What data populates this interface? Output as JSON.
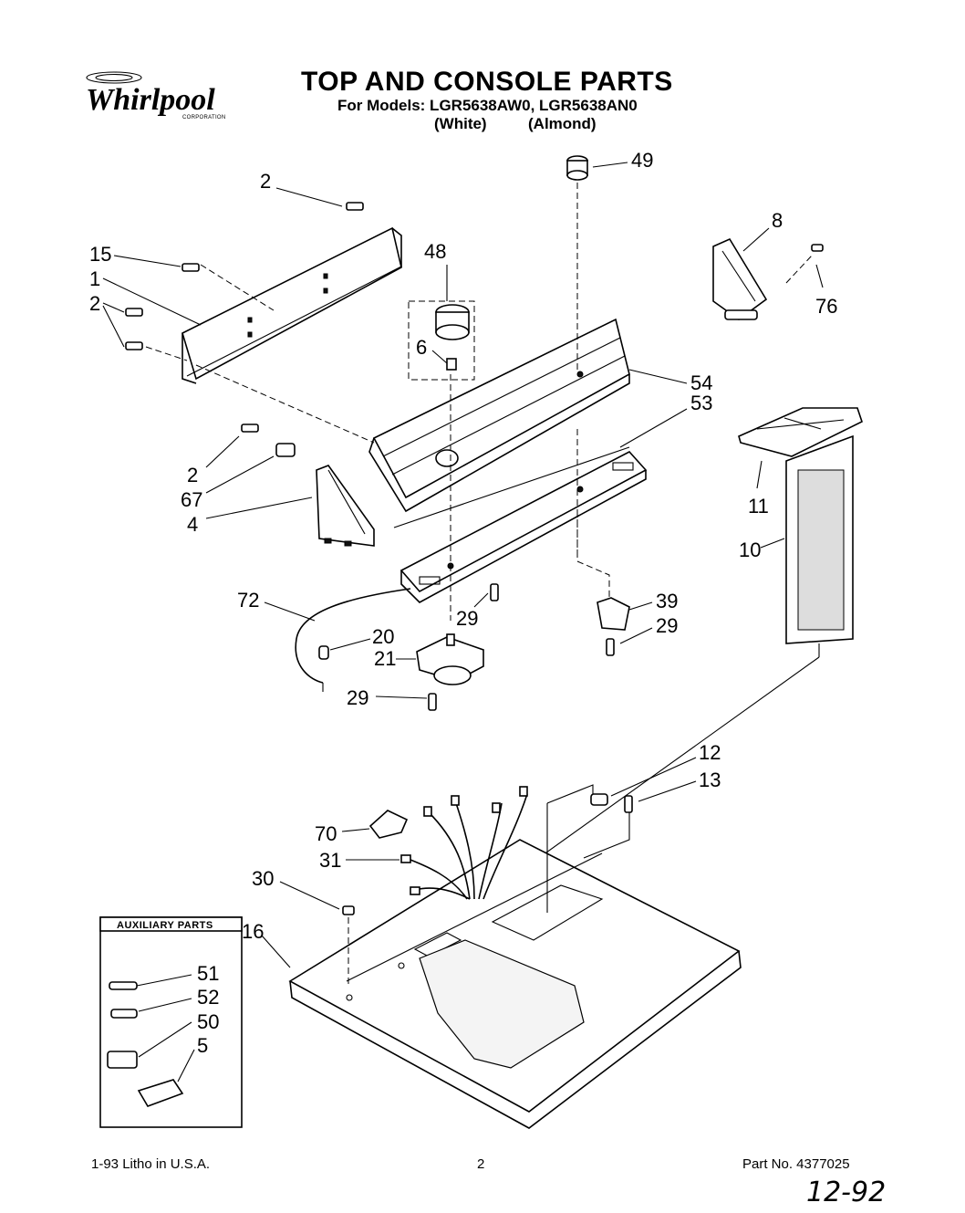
{
  "header": {
    "brand": "Whirlpool",
    "brand_sub": "CORPORATION",
    "title": "TOP AND CONSOLE PARTS",
    "models_line": "For Models: LGR5638AW0, LGR5638AN0",
    "color_white": "(White)",
    "color_almond": "(Almond)"
  },
  "aux_box": {
    "title": "AUXILIARY PARTS"
  },
  "callouts": {
    "c2a": "2",
    "c15": "15",
    "c1": "1",
    "c2b": "2",
    "c48": "48",
    "c6": "6",
    "c49": "49",
    "c8": "8",
    "c76": "76",
    "c54": "54",
    "c53": "53",
    "c2c": "2",
    "c67": "67",
    "c4": "4",
    "c11": "11",
    "c10": "10",
    "c72": "72",
    "c29a": "29",
    "c39": "39",
    "c29b": "29",
    "c20": "20",
    "c21": "21",
    "c29c": "29",
    "c12": "12",
    "c13": "13",
    "c70": "70",
    "c31": "31",
    "c30": "30",
    "c16": "16",
    "c51": "51",
    "c52": "52",
    "c50": "50",
    "c5": "5"
  },
  "footer": {
    "litho": "1-93 Litho in U.S.A.",
    "page_number": "2",
    "part_number": "Part No. 4377025",
    "handwritten_date": "12-92"
  }
}
